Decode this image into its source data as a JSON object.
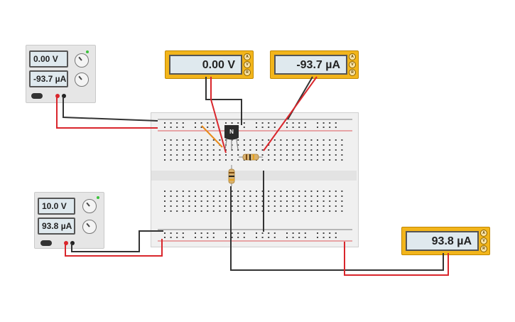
{
  "supply_top": {
    "voltage": "0.00 V",
    "current": "-93.7 µA"
  },
  "supply_bottom": {
    "voltage": "10.0 V",
    "current": "93.8 µA"
  },
  "meter_voltage": {
    "reading": "0.00 V",
    "buttons": [
      "A",
      "V",
      "R"
    ]
  },
  "meter_current_top": {
    "reading": "-93.7 µA",
    "buttons": [
      "A",
      "V",
      "R"
    ]
  },
  "meter_current_bottom": {
    "reading": "93.8 µA",
    "buttons": [
      "A",
      "V",
      "R"
    ]
  },
  "transistor": {
    "label": "N"
  },
  "colors": {
    "wire_red": "#d9262c",
    "wire_black": "#333333",
    "wire_orange": "#e88a1a",
    "meter_body": "#f2b51b"
  }
}
